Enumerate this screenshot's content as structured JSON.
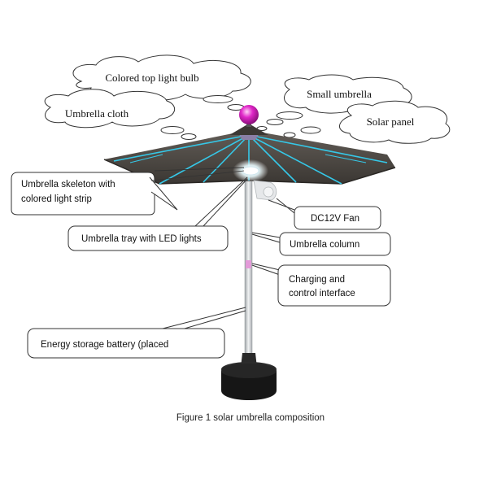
{
  "labels": {
    "colored_top_light_bulb": "Colored top light bulb",
    "umbrella_cloth": "Umbrella cloth",
    "small_umbrella": "Small umbrella",
    "solar_panel": "Solar panel",
    "skeleton_line1": "Umbrella skeleton with",
    "skeleton_line2": "colored light strip",
    "tray": "Umbrella tray with LED lights",
    "fan": "DC12V Fan",
    "column": "Umbrella column",
    "charging_line1": "Charging and",
    "charging_line2": "control interface",
    "battery": "Energy storage battery (placed"
  },
  "caption": "Figure 1 solar umbrella composition",
  "colors": {
    "canopy": "#4a4641",
    "light_strip": "#35c8e8",
    "bulb": "#e026c8",
    "pole": "#cfd3d6",
    "base": "#161616",
    "outline": "#333333"
  },
  "icons": {
    "top_bulb": "sphere-bulb",
    "fan": "fan-housing",
    "base": "weighted-base"
  }
}
